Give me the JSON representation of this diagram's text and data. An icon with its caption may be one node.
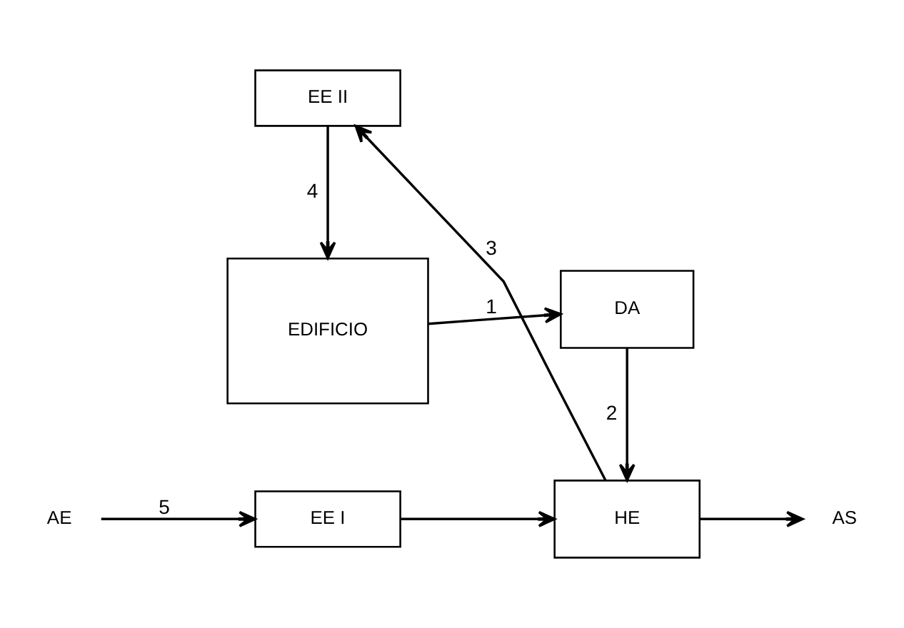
{
  "diagram": {
    "nodes": [
      {
        "text": [
          "EDIFICIO"
        ]
      },
      {
        "text": [
          "DA"
        ]
      },
      {
        "text": [
          "HE"
        ]
      },
      {
        "text": [
          "EE II"
        ]
      },
      {
        "text": [
          "EE I"
        ]
      },
      {
        "text": [
          "AS"
        ]
      },
      {
        "text": [
          "AE"
        ]
      }
    ],
    "edges": [
      {
        "from": 0,
        "to": 1,
        "arrow": "to",
        "label": "1"
      },
      {
        "from": 1,
        "to": 2,
        "arrow": "to",
        "label": "2"
      },
      {
        "from": 2,
        "to": 3,
        "arrow": "to",
        "label": "3"
      },
      {
        "from": 3,
        "to": 0,
        "arrow": "to",
        "label": "4"
      },
      {
        "from": 4,
        "to": 2,
        "arrow": "to"
      },
      {
        "from": 6,
        "to": 4,
        "arrow": "to",
        "label": "5"
      },
      {
        "from": 2,
        "to": 5,
        "arrow": "to"
      }
    ]
  }
}
